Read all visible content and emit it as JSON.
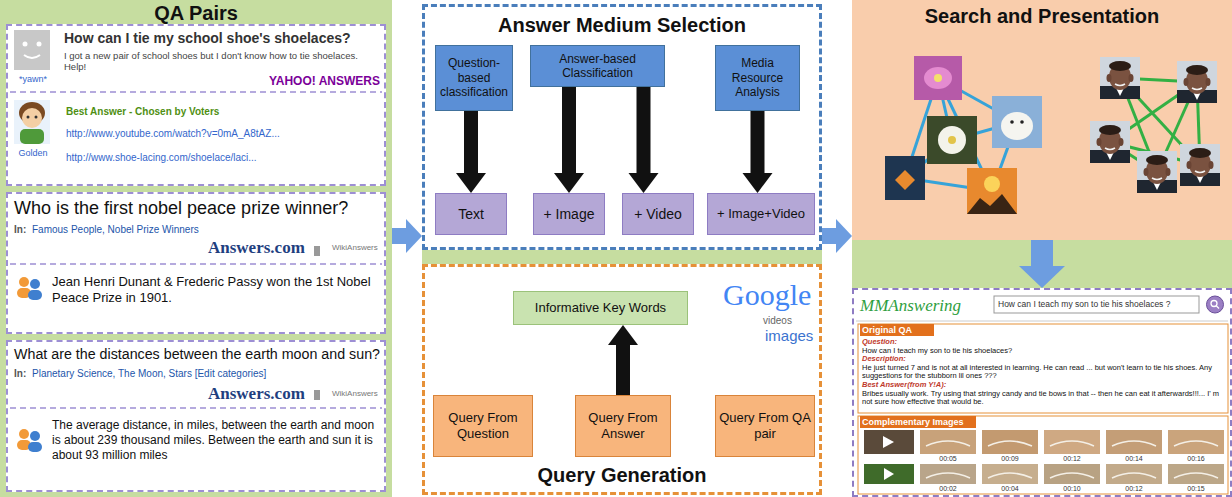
{
  "diagram": {
    "nodes": [
      {
        "text": [
          "QA Pairs"
        ]
      },
      {
        "text": [
          "How can I tie my school shoe's shoelaces?",
          "I got a new pair of school shoes but I don't know how to tie shoelaces. Help!",
          "YAHOO! ANSWERS",
          "*yawn*",
          "Best Answer - Chosen by Voters",
          "http://www.youtube.com/watch?v=0mA_A8tAZ...",
          "http://www.shoe-lacing.com/shoelace/laci...",
          "Golden"
        ],
        "in": 0
      },
      {
        "text": [
          "Who is the first nobel peace prize winner?",
          "In:",
          "Famous People, Nobel Prize Winners",
          "Answers.com",
          "WikiAnswers",
          "Jean Henri Dunant & Frederic Passy won the 1st Nobel Peace Prize in 1901."
        ],
        "in": 0
      },
      {
        "text": [
          "What are the distances between the earth moon and sun?",
          "In:",
          "Planetary Science, The Moon, Stars [Edit categories]",
          "Answers.com",
          "WikiAnswers",
          "The average distance, in miles, between the earth and moon is about 239 thousand miles. Between the earth and sun it is about 93 million miles"
        ],
        "in": 0
      },
      {
        "text": [
          "Answer Medium Selection"
        ]
      },
      {
        "text": [
          "Question-based classification"
        ],
        "in": 4
      },
      {
        "text": [
          "Answer-based Classification"
        ],
        "in": 4
      },
      {
        "text": [
          "Media Resource Analysis"
        ],
        "in": 4
      },
      {
        "text": [
          "Text"
        ],
        "in": 4
      },
      {
        "text": [
          "+ Image"
        ],
        "in": 4
      },
      {
        "text": [
          "+ Video"
        ],
        "in": 4
      },
      {
        "text": [
          "+ Image+Video"
        ],
        "in": 4
      },
      {
        "text": [
          "Query Generation",
          "Google",
          "videos",
          "images"
        ]
      },
      {
        "text": [
          "Informative Key Words"
        ],
        "in": 12
      },
      {
        "text": [
          "Query From Question"
        ],
        "in": 12
      },
      {
        "text": [
          "Query From Answer"
        ],
        "in": 12
      },
      {
        "text": [
          "Query From QA pair"
        ],
        "in": 12
      },
      {
        "text": [
          "Search and Presentation"
        ]
      },
      {
        "text": [
          "MMAnswering",
          "How can I teach my son to tie his shoelaces ?",
          "Original QA",
          "Question:",
          "How can I teach my son to tie his shoelaces?",
          "Description:",
          "He just turned 7 and is not at all interested in learning. He can read ... but won't learn to tie his shoes. Any suggestions for the stubborn lil ones ???",
          "Best Answer(from Y!A):",
          "Bribes usually work. Try using that stringy candy and tie bows in that -- then he can eat it afterwards!!!... I' m not sure how effective that would be.",
          "Complementary Images",
          "00:05",
          "00:09",
          "00:12",
          "00:14",
          "00:16",
          "00:02",
          "00:04",
          "00:10",
          "00:12",
          "00:15"
        ]
      }
    ],
    "edges": [
      {
        "from": 0,
        "to": 4,
        "arrow": "to"
      },
      {
        "from": 4,
        "to": 17,
        "arrow": "to"
      },
      {
        "from": 17,
        "to": 18,
        "arrow": "to"
      },
      {
        "from": 5,
        "to": 8,
        "arrow": "to"
      },
      {
        "from": 6,
        "to": 9,
        "arrow": "to"
      },
      {
        "from": 6,
        "to": 10,
        "arrow": "to"
      },
      {
        "from": 7,
        "to": 11,
        "arrow": "to"
      },
      {
        "from": 15,
        "to": 13,
        "arrow": "to"
      }
    ]
  }
}
